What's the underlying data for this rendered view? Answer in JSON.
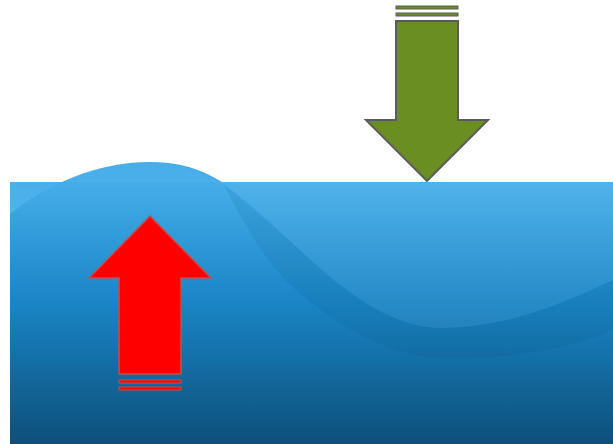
{
  "diagram": {
    "colors": {
      "background": "#ffffff",
      "water_top": "#45aeea",
      "water_mid": "#1a86c7",
      "water_bottom": "#0d4f7a",
      "wave_shade": "#2e9ee0",
      "up_arrow_fill": "#ff0000",
      "up_arrow_stroke": "#c0504d",
      "down_arrow_fill": "#6b8e23",
      "down_arrow_stroke": "#5a5a5a",
      "band_fill": "#ffffff"
    },
    "elements": [
      {
        "name": "water-body",
        "kind": "water"
      },
      {
        "name": "wave-crest",
        "kind": "wave"
      },
      {
        "name": "up-arrow-red",
        "kind": "arrow",
        "direction": "up"
      },
      {
        "name": "down-arrow-green",
        "kind": "arrow",
        "direction": "down"
      }
    ]
  }
}
